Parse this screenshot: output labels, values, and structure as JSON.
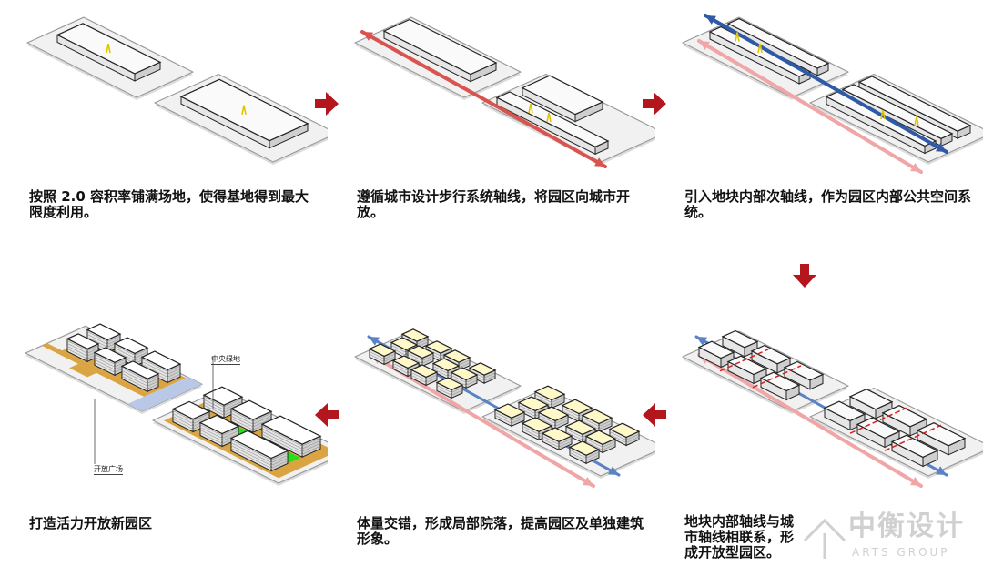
{
  "steps": [
    {
      "caption": "按照 2.0 容积率铺满场地，使得基地得到最大限度利用。"
    },
    {
      "caption": "遵循城市设计步行系统轴线，将园区向城市开放。"
    },
    {
      "caption": "引入地块内部次轴线，作为园区内部公共空间系统。"
    },
    {
      "caption": "地块内部轴线与城市轴线相联系，形成开放型园区。"
    },
    {
      "caption": "体量交错，形成局部院落，提高园区及单独建筑形象。"
    },
    {
      "caption": "打造活力开放新园区"
    }
  ],
  "labels": {
    "central_green": "中央绿地",
    "open_plaza": "开放广场"
  },
  "watermark": {
    "cn": "中衡设计",
    "en": "ARTS GROUP"
  },
  "colors": {
    "flow_arrow": "#b3161d",
    "main_axis": "#d9534f",
    "secondary_axis": "#2f5aa8",
    "green": "#22e01a",
    "plaza": "#d9a441",
    "water": "#b9c8e6"
  },
  "icons": {
    "flow": "chevron-arrow-icon"
  }
}
